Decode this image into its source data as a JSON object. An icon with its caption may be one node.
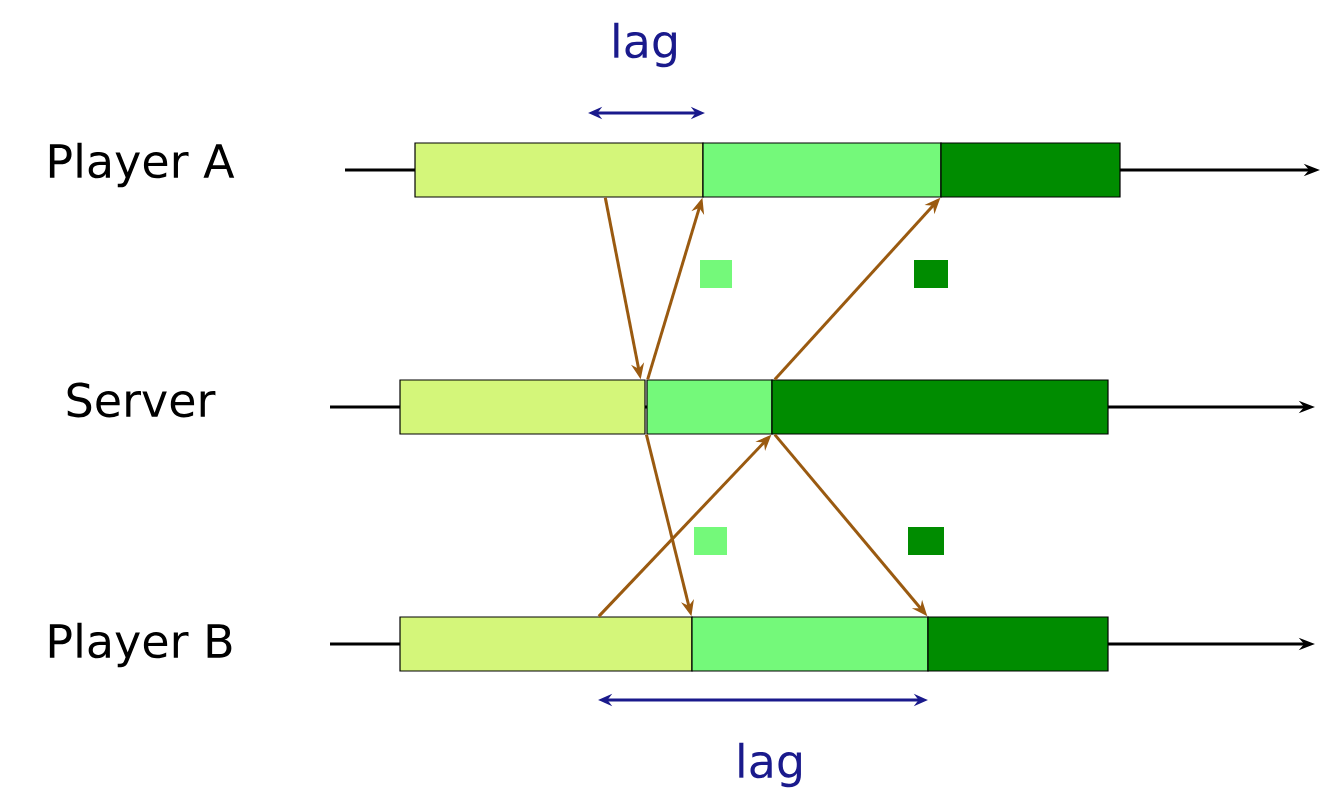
{
  "diagram": {
    "nodes": [
      {
        "text": [],
        "shape": "bar"
      },
      {
        "text": [],
        "shape": "bar"
      },
      {
        "text": [],
        "shape": "bar"
      },
      {
        "text": [],
        "shape": "bar"
      },
      {
        "text": [],
        "shape": "bar"
      },
      {
        "text": [],
        "shape": "bar"
      },
      {
        "text": [],
        "shape": "bar"
      },
      {
        "text": [],
        "shape": "bar"
      },
      {
        "text": [],
        "shape": "bar"
      }
    ],
    "edges": [
      {
        "from": 0,
        "to": 3,
        "arrow": "to"
      },
      {
        "from": 4,
        "to": 1,
        "arrow": "to"
      },
      {
        "from": 5,
        "to": 2,
        "arrow": "to"
      },
      {
        "from": 4,
        "to": 7,
        "arrow": "to"
      },
      {
        "from": 6,
        "to": 5,
        "arrow": "to"
      },
      {
        "from": 5,
        "to": 8,
        "arrow": "to"
      }
    ],
    "labels": [
      "lag",
      "Player A",
      "Server",
      "Player B",
      "lag"
    ]
  }
}
